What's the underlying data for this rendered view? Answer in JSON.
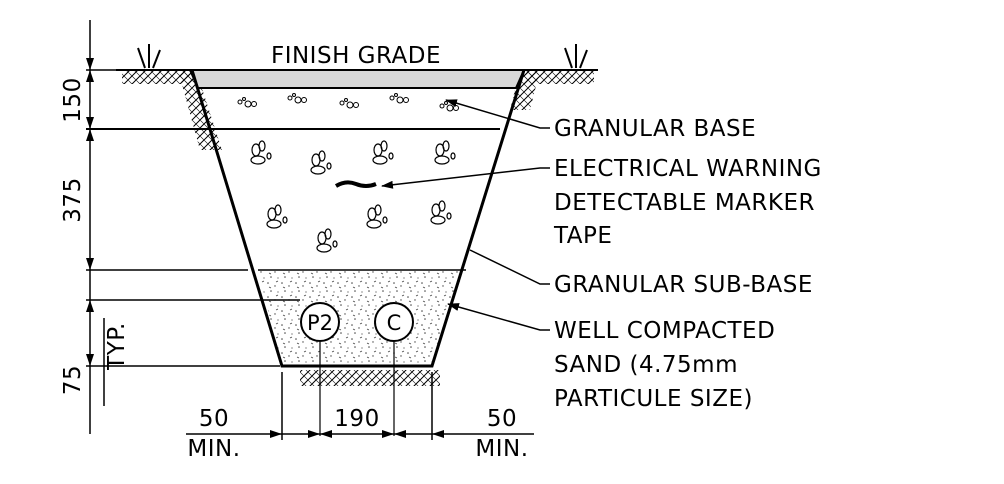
{
  "labels": {
    "finish_grade": "FINISH GRADE",
    "granular_base": "GRANULAR BASE",
    "warning_tape": [
      "ELECTRICAL WARNING",
      "DETECTABLE MARKER",
      "TAPE"
    ],
    "sub_base": "GRANULAR SUB-BASE",
    "sand": [
      "WELL COMPACTED",
      "SAND (4.75mm",
      "PARTICULE SIZE)"
    ]
  },
  "dimensions": {
    "base_depth": "150",
    "fill_depth": "375",
    "bedding_depth": "75",
    "bedding_note": "TYP.",
    "side_clearance": "50",
    "side_clearance_note": "MIN.",
    "conduit_spacing": "190"
  },
  "conduits": [
    {
      "label": "P2"
    },
    {
      "label": "C"
    }
  ]
}
